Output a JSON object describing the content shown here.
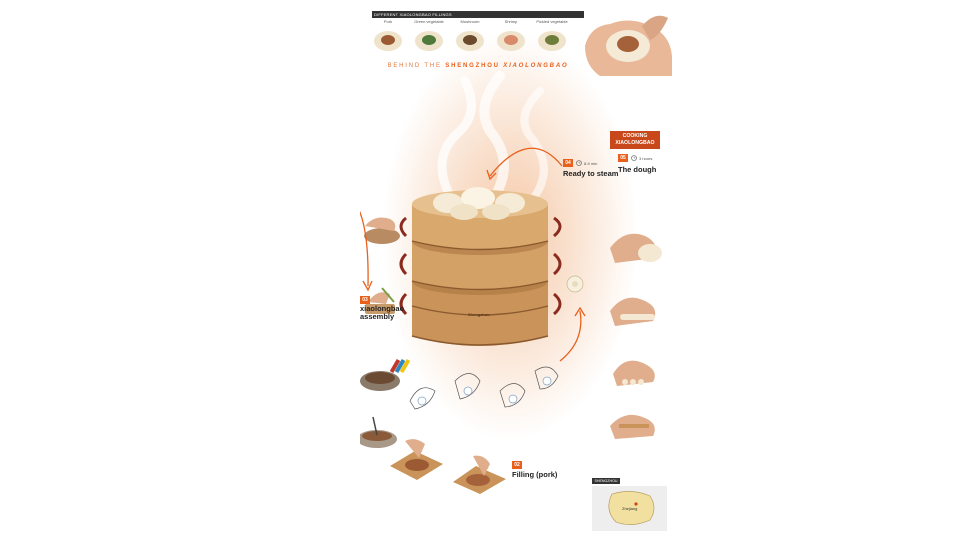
{
  "header": {
    "fillings_title": "DIFFERENT XIAOLONGBAO FILLINGS",
    "fillings": [
      {
        "name": "Pork",
        "color": "#9b5a34"
      },
      {
        "name": "Green vegetable",
        "color": "#4f7a3a"
      },
      {
        "name": "Mushroom",
        "color": "#6b4a2e"
      },
      {
        "name": "Shrimp",
        "color": "#d98a6a"
      },
      {
        "name": "Pickled vegetable",
        "color": "#6f7d3a"
      }
    ],
    "banner_pre": "BEHIND THE ",
    "banner_bold": "SHENGZHOU ",
    "banner_italic": "XIAOLONGBAO"
  },
  "cooking": {
    "line1": "COOKING",
    "line2": "XIAOLONGBAO"
  },
  "steps": {
    "s04": {
      "num": "04",
      "title": "Ready to steam",
      "time": "8-9 min"
    },
    "s05": {
      "num": "05",
      "title": "The dough",
      "time": "3 hours"
    },
    "s03": {
      "num": "03",
      "title_line1": "xiaolongbao",
      "title_line2": "assembly"
    },
    "s02": {
      "num": "02",
      "title": "Filling (pork)"
    }
  },
  "steamer": {
    "stamp": "Shengzhou"
  },
  "map": {
    "tag": "SHENGZHOU",
    "region": "Zhejiang"
  },
  "colors": {
    "accent": "#e8601c",
    "bamboo": "#c9935a",
    "bamboo_dark": "#8a5a2e",
    "handle": "#8b2a1e"
  }
}
